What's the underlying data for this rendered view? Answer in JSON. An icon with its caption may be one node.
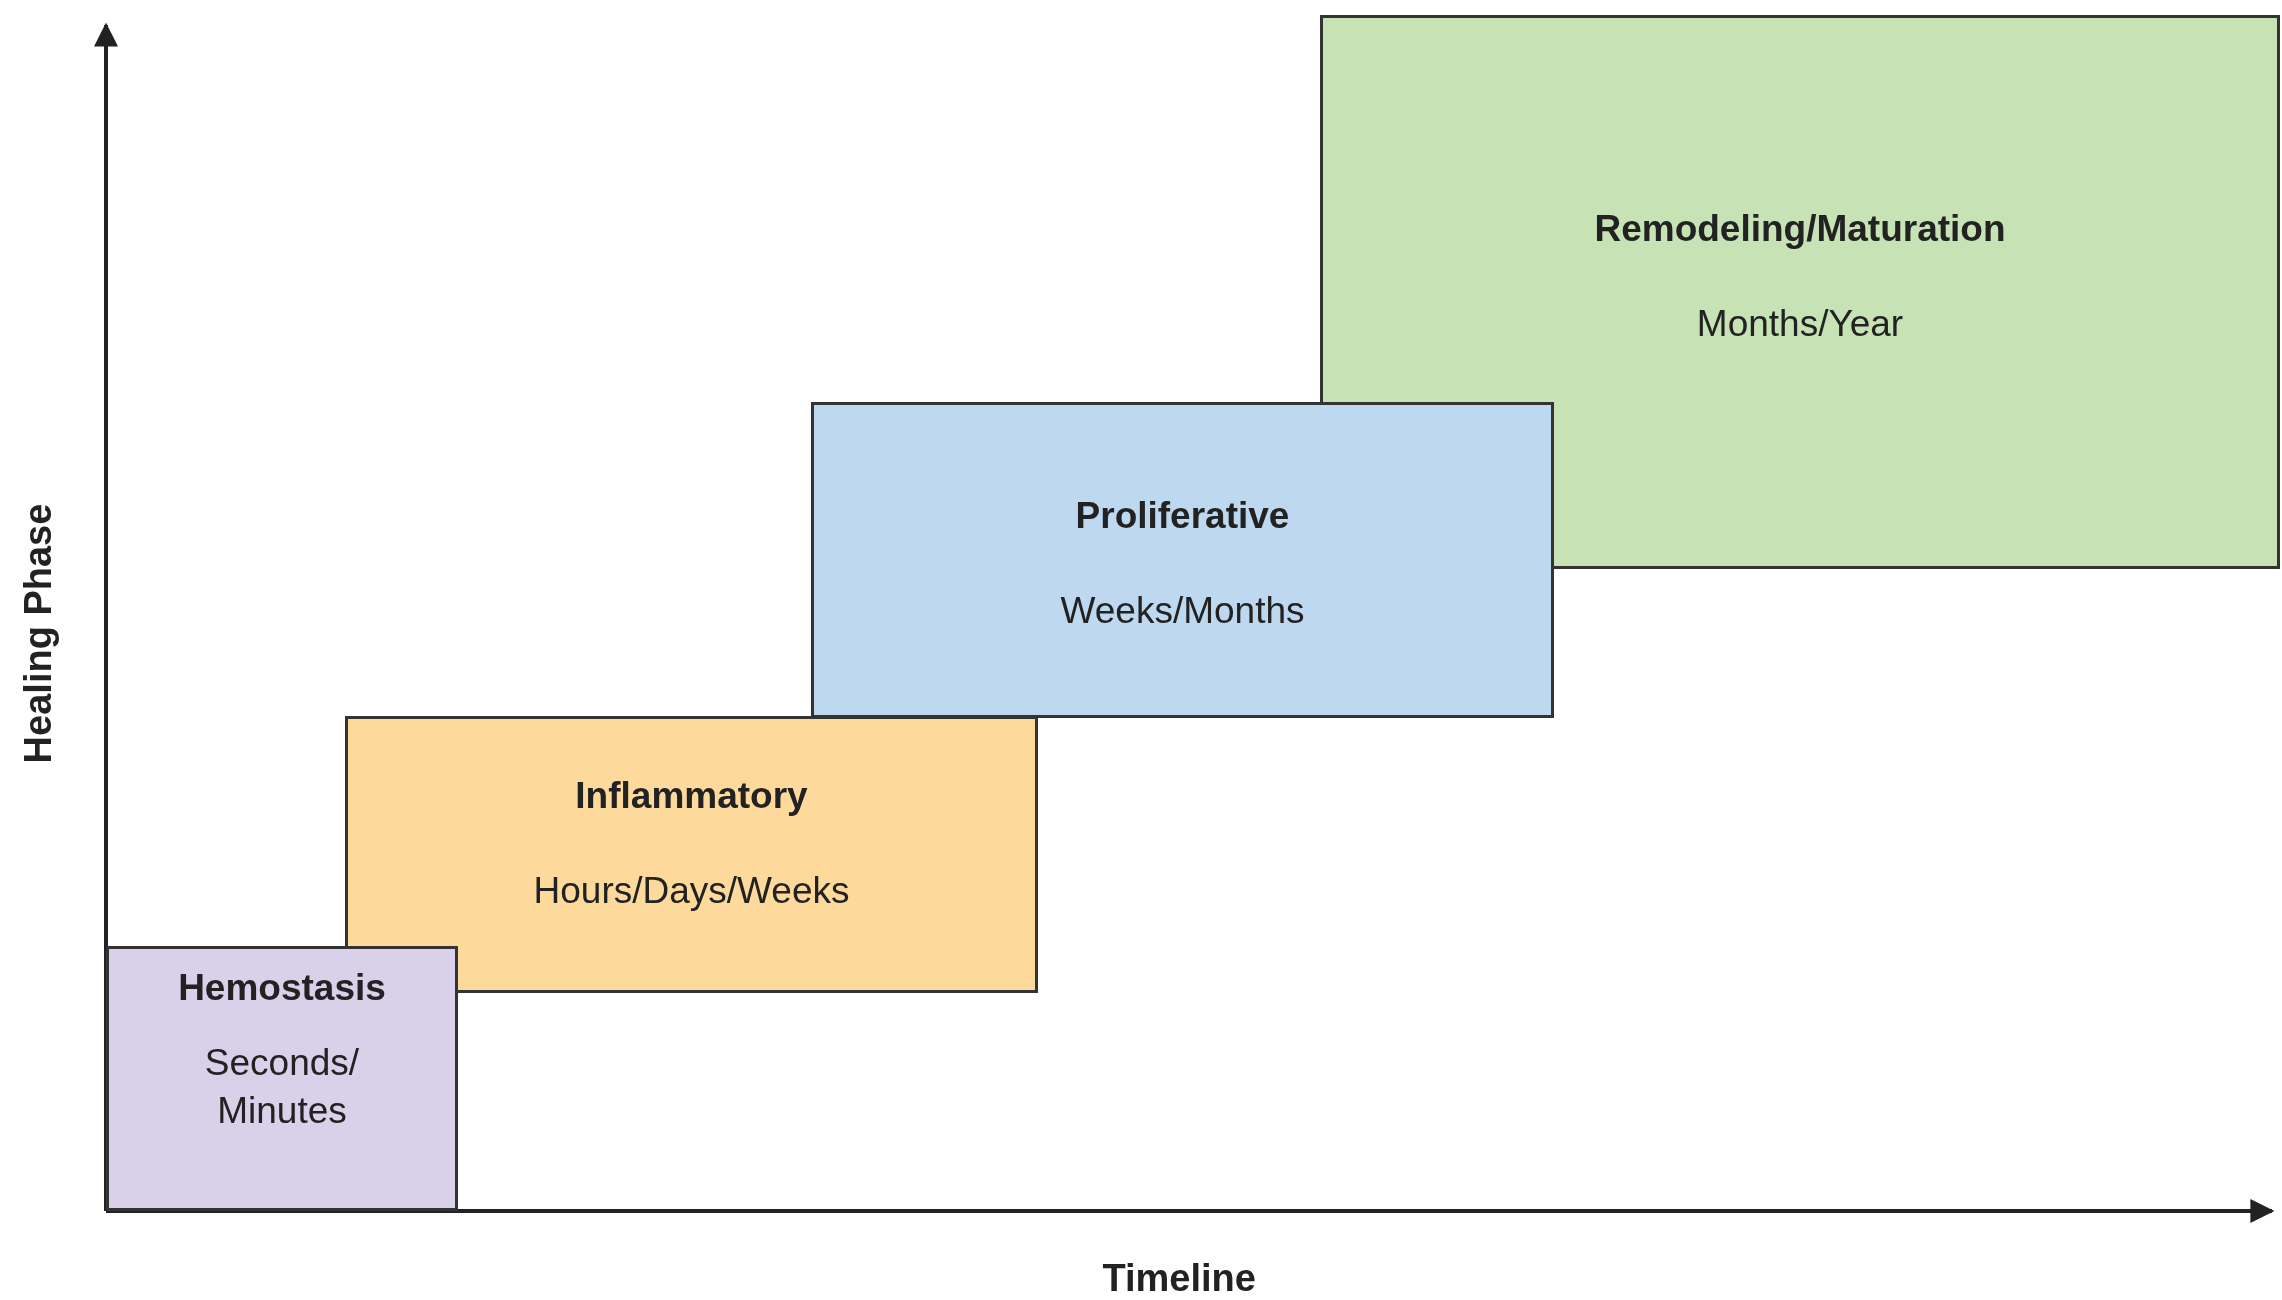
{
  "diagram": {
    "nodes": [
      {
        "text": [
          "Hemostasis",
          "Seconds/ Minutes"
        ]
      },
      {
        "text": [
          "Inflammatory",
          "Hours/Days/Weeks"
        ]
      },
      {
        "text": [
          "Proliferative",
          "Weeks/Months"
        ]
      },
      {
        "text": [
          "Remodeling/Maturation",
          "Months/Year"
        ]
      }
    ],
    "edges": [],
    "labels": [
      "Healing Phase",
      "Timeline"
    ]
  }
}
